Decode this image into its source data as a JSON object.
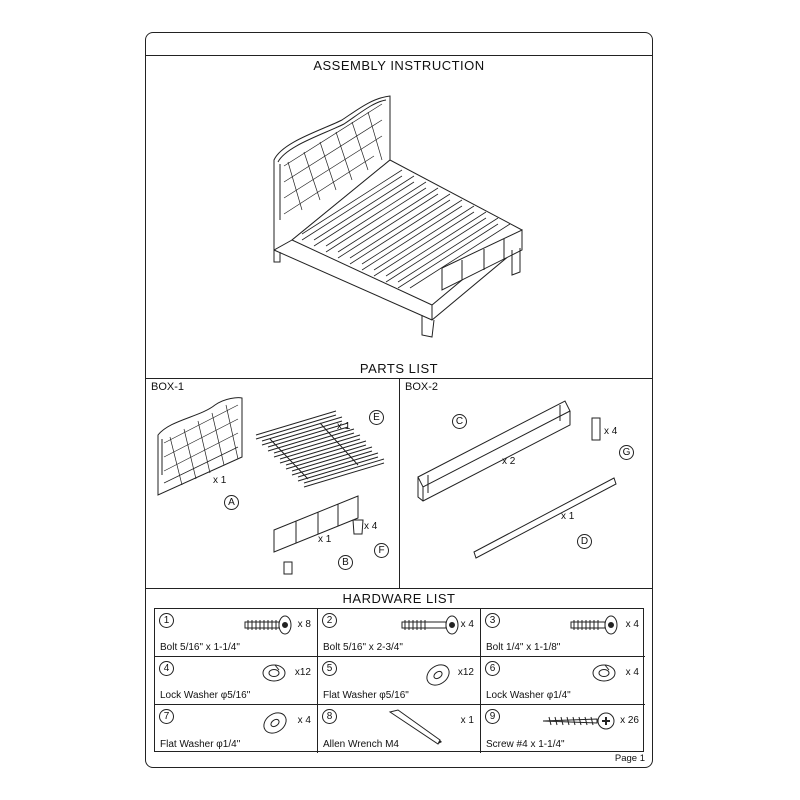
{
  "title": "ASSEMBLY  INSTRUCTION",
  "parts_title": "PARTS  LIST",
  "hardware_title": "HARDWARE  LIST",
  "box1": {
    "label": "BOX-1",
    "parts": [
      {
        "letter": "A",
        "qty": "x 1"
      },
      {
        "letter": "E",
        "qty": "x 1"
      },
      {
        "letter": "B",
        "qty": "x 1"
      },
      {
        "letter": "F",
        "qty": "x 4"
      }
    ]
  },
  "box2": {
    "label": "BOX-2",
    "parts": [
      {
        "letter": "C",
        "qty": "x 2"
      },
      {
        "letter": "G",
        "qty": "x 4"
      },
      {
        "letter": "D",
        "qty": "x 1"
      }
    ]
  },
  "hardware": [
    {
      "num": "1",
      "desc": "Bolt   5/16\" x 1-1/4\"",
      "qty": "x 8",
      "icon": "bolt-icon"
    },
    {
      "num": "2",
      "desc": "Bolt   5/16\" x 2-3/4\"",
      "qty": "x 4",
      "icon": "long-bolt-icon"
    },
    {
      "num": "3",
      "desc": "Bolt   1/4\" x 1-1/8\"",
      "qty": "x 4",
      "icon": "bolt-icon"
    },
    {
      "num": "4",
      "desc": "Lock Washer φ5/16\"",
      "qty": "x12",
      "icon": "lock-washer-icon"
    },
    {
      "num": "5",
      "desc": "Flat Washer φ5/16\"",
      "qty": "x12",
      "icon": "flat-washer-icon"
    },
    {
      "num": "6",
      "desc": "Lock Washer φ1/4\"",
      "qty": "x 4",
      "icon": "lock-washer-icon"
    },
    {
      "num": "7",
      "desc": "Flat Washer φ1/4\"",
      "qty": "x 4",
      "icon": "flat-washer-icon"
    },
    {
      "num": "8",
      "desc": "Allen Wrench M4",
      "qty": "x 1",
      "icon": "allen-wrench-icon"
    },
    {
      "num": "9",
      "desc": "Screw #4 x 1-1/4\"",
      "qty": "x 26",
      "icon": "screw-icon"
    }
  ],
  "page": "Page 1"
}
